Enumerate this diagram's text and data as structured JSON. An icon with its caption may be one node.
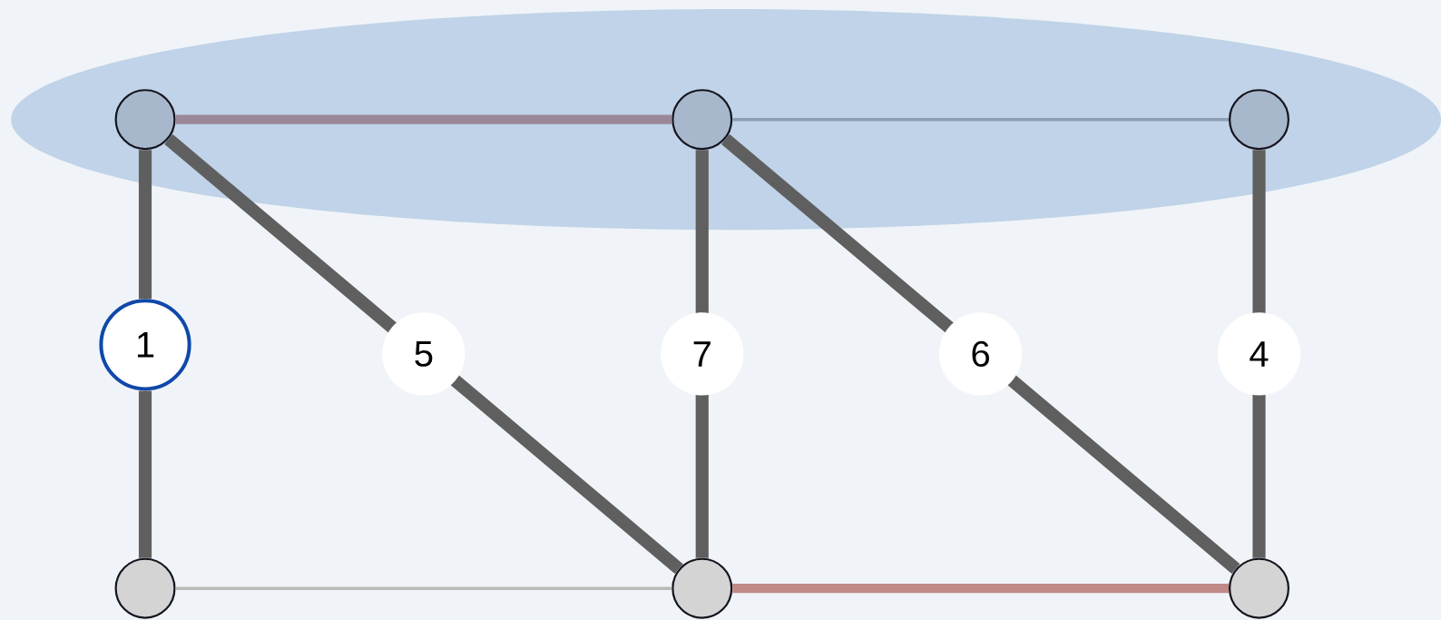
{
  "diagram": {
    "nodes": [
      {
        "text": [],
        "shape": "ellipse"
      },
      {
        "text": [],
        "shape": "circle",
        "in": 0
      },
      {
        "text": [],
        "shape": "circle",
        "in": 0
      },
      {
        "text": [],
        "shape": "circle",
        "in": 0
      },
      {
        "text": [
          "1"
        ]
      },
      {
        "text": [],
        "shape": "circle"
      },
      {
        "text": [],
        "shape": "circle"
      },
      {
        "text": [],
        "shape": "circle"
      }
    ],
    "edges": [
      {
        "from": 1,
        "to": 2,
        "arrow": "none",
        "color": "#9b8797"
      },
      {
        "from": 2,
        "to": 3,
        "arrow": "none",
        "color": "#8e9db6"
      },
      {
        "from": 1,
        "to": 4,
        "arrow": "none"
      },
      {
        "from": 4,
        "to": 5,
        "arrow": "none"
      },
      {
        "from": 1,
        "to": 6,
        "arrow": "none",
        "label": "5"
      },
      {
        "from": 2,
        "to": 6,
        "arrow": "none",
        "label": "7"
      },
      {
        "from": 2,
        "to": 7,
        "arrow": "none",
        "label": "6"
      },
      {
        "from": 3,
        "to": 7,
        "arrow": "none",
        "label": "4"
      },
      {
        "from": 5,
        "to": 6,
        "arrow": "none",
        "color": "#b9b9b9"
      },
      {
        "from": 6,
        "to": 7,
        "arrow": "none",
        "color": "#c08a86"
      }
    ]
  }
}
